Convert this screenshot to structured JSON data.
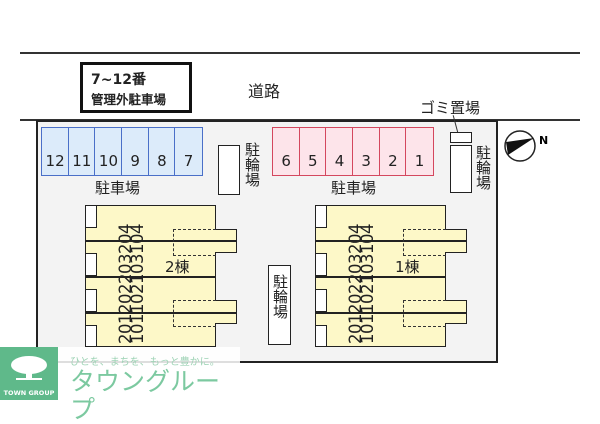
{
  "road": "道路",
  "unmanaged_box": {
    "line1": "7~12番",
    "line2": "管理外駐車場"
  },
  "parking_left": {
    "spaces": [
      "12",
      "11",
      "10",
      "9",
      "8",
      "7"
    ],
    "label": "駐車場",
    "color": "#dcebfa"
  },
  "parking_right": {
    "spaces": [
      "6",
      "5",
      "4",
      "3",
      "2",
      "1"
    ],
    "label": "駐車場",
    "color": "#fde4ea"
  },
  "bike_left": "駐輪場",
  "bike_right": "駐輪場",
  "bike_center": "駐輪場",
  "garbage": "ゴミ置場",
  "compass": {
    "letter": "N"
  },
  "building2": {
    "name": "2棟",
    "upper": "201202203204",
    "lower": "101102103104"
  },
  "building1": {
    "name": "1棟",
    "upper": "201202203204",
    "lower": "101102103104"
  },
  "logo": {
    "brand": "TOWN GROUP",
    "slogan": "ひとを、まちを、もっと豊かに。",
    "name": "タウングループ",
    "color": "#5fb98a"
  }
}
